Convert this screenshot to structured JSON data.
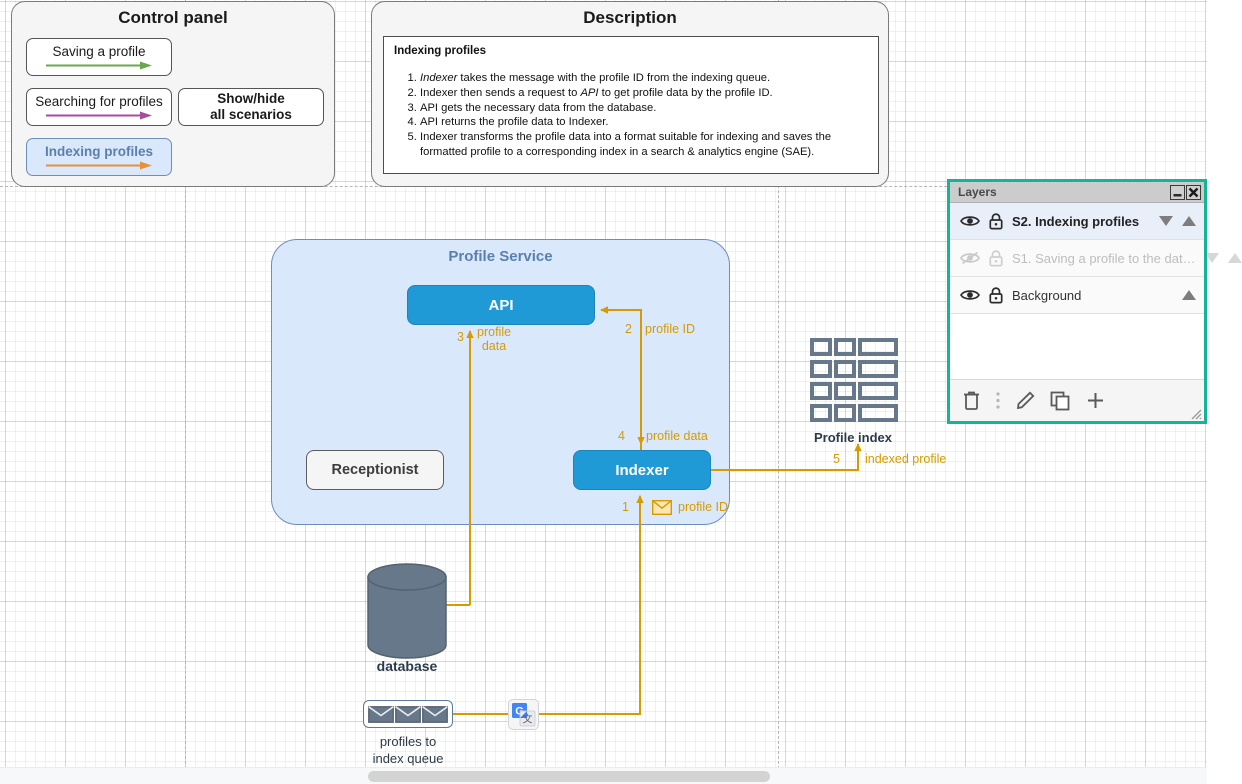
{
  "control_panel": {
    "title": "Control panel",
    "buttons": [
      {
        "label": "Saving a profile",
        "arrow_color": "#6aa84f",
        "active": false
      },
      {
        "label": "Searching for profiles",
        "arrow_color": "#a64d9e",
        "active": false
      },
      {
        "label": "Indexing profiles",
        "arrow_color": "#e69138",
        "active": true
      },
      {
        "label": "Show/hide\nall scenarios",
        "line1": "Show/hide",
        "line2": "all scenarios",
        "arrow_color": "",
        "active": false
      }
    ]
  },
  "description": {
    "title": "Description",
    "heading": "Indexing profiles",
    "steps": [
      {
        "lead": "Indexer",
        "lead_italic": true,
        "rest": " takes the message with the profile ID from the indexing queue."
      },
      {
        "lead": "Indexer then sends a request to ",
        "lead_italic": false,
        "mid_italic": "API",
        "rest": " to get profile data by the profile ID."
      },
      {
        "lead": "API gets the necessary data from the database.",
        "lead_italic": false,
        "rest": ""
      },
      {
        "lead": "API returns the profile data to Indexer.",
        "lead_italic": false,
        "rest": ""
      },
      {
        "lead": "Indexer transforms the profile data into a format suitable for indexing and saves the formatted profile to a corresponding index in a search & analytics engine (SAE).",
        "lead_italic": false,
        "rest": ""
      }
    ]
  },
  "diagram": {
    "container_title": "Profile Service",
    "nodes": {
      "api": "API",
      "indexer": "Indexer",
      "receptionist": "Receptionist",
      "profile_index": "Profile index",
      "database": "database",
      "queue_line1": "profiles to",
      "queue_line2": "index queue"
    },
    "flows": [
      {
        "num": "1",
        "label": "profile ID",
        "has_envelope": true
      },
      {
        "num": "2",
        "label": "profile ID",
        "has_envelope": false
      },
      {
        "num": "3",
        "label": "profile\ndata",
        "label_line1": "profile",
        "label_line2": "data",
        "has_envelope": false
      },
      {
        "num": "4",
        "label": "profile data",
        "has_envelope": false
      },
      {
        "num": "5",
        "label": "indexed profile",
        "has_envelope": false
      }
    ],
    "colors": {
      "flow": "#d79b00",
      "node_blue": "#1f9ad6",
      "container_fill": "#dae8fc",
      "container_stroke": "#6c8ebf",
      "db_fill": "#66788a"
    }
  },
  "layers_panel": {
    "title": "Layers",
    "accent_color": "#14b597",
    "window_buttons": [
      {
        "name": "minimize"
      },
      {
        "name": "close"
      }
    ],
    "rows": [
      {
        "name": "S2. Indexing profiles",
        "visible": true,
        "locked": true,
        "selected": true,
        "move_down": true,
        "move_up": true
      },
      {
        "name": "S1. Saving a profile to the dat…",
        "visible": false,
        "locked": true,
        "selected": false,
        "move_down": true,
        "move_up": true
      },
      {
        "name": "Background",
        "visible": true,
        "locked": true,
        "selected": false,
        "move_down": false,
        "move_up": true
      }
    ],
    "toolbar": [
      {
        "icon": "trash-icon"
      },
      {
        "icon": "more-vertical-icon"
      },
      {
        "icon": "pencil-icon"
      },
      {
        "icon": "duplicate-icon"
      },
      {
        "icon": "plus-icon"
      }
    ]
  },
  "scrollbar": {
    "orientation": "horizontal"
  }
}
